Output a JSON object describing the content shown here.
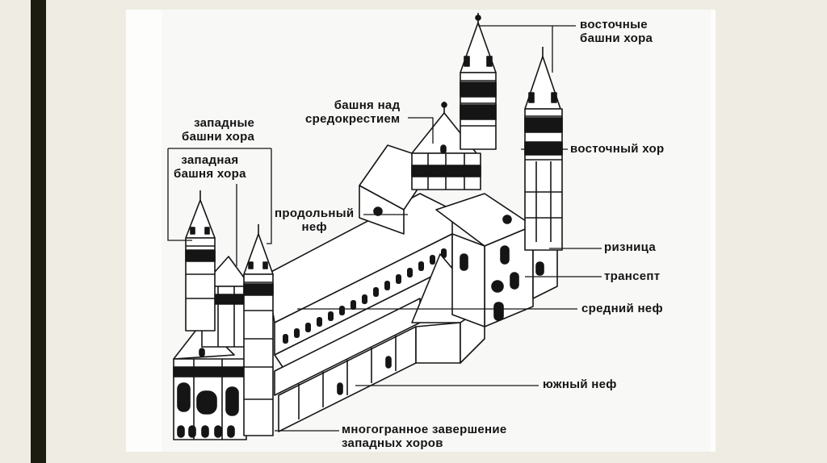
{
  "slide": {
    "accent_bar_color": "#1c1c10",
    "background_color": "#efece4"
  },
  "diagram": {
    "subject": "cathedral cutaway isometric",
    "labels": {
      "east_towers": [
        "восточные",
        "башни хора"
      ],
      "crossing_tower": [
        "башня над",
        "средокрестием"
      ],
      "west_towers": [
        "западные",
        "башни хора"
      ],
      "west_tower": [
        "западная",
        "башня хора"
      ],
      "longitudinal_nave": [
        "продольный",
        "неф"
      ],
      "east_choir": "восточный хор",
      "sacristy": "ризница",
      "transept": "трансепт",
      "central_nave": "средний неф",
      "south_nave": "южный неф",
      "polygonal_end": [
        "многогранное завершение",
        "западных хоров"
      ]
    }
  }
}
